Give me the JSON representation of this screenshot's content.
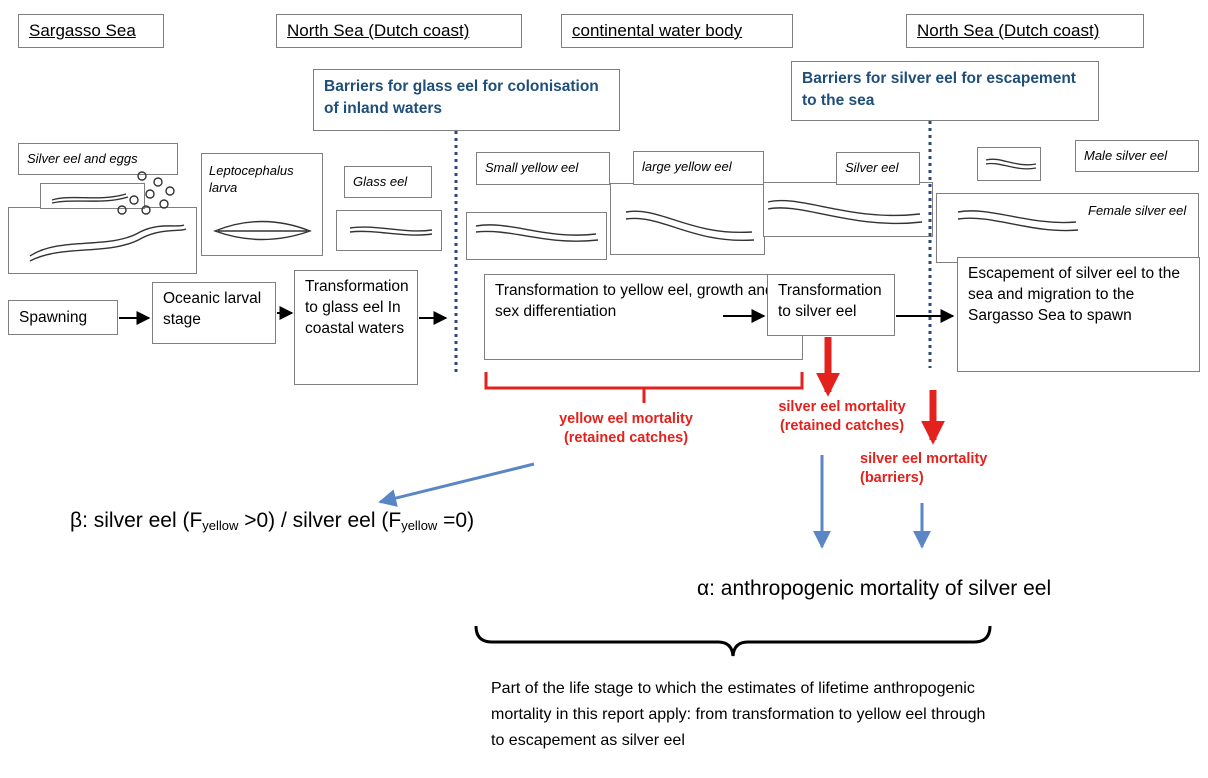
{
  "colors": {
    "barrier_text": "#1f4e79",
    "mortality": "#e3221e",
    "blue_arrow": "#5b86c5",
    "barrier_line": "#2e4a7a",
    "box_border": "#7f7f7f"
  },
  "locations": {
    "sargasso": "Sargasso Sea",
    "north_sea_1": "North Sea (Dutch coast)",
    "continental": "continental water body",
    "north_sea_2": "North Sea (Dutch coast)"
  },
  "barriers": {
    "glass": "Barriers for glass eel for colonisation of inland waters",
    "silver": "Barriers for silver eel for escapement to the sea"
  },
  "stages": {
    "silver_eggs": "Silver eel and eggs",
    "lepto": "Leptocephalus larva",
    "glass": "Glass eel",
    "small_yellow": "Small yellow eel",
    "large_yellow": "large yellow eel",
    "silver": "Silver eel",
    "male_silver": "Male silver eel",
    "female_silver": "Female silver eel"
  },
  "processes": {
    "spawning": "Spawning",
    "oceanic": "Oceanic larval stage",
    "glass_transform": "Transformation to glass eel In coastal waters",
    "yellow_transform": "Transformation to yellow eel, growth and sex differentiation",
    "silver_transform": "Transformation to silver eel",
    "escapement": "Escapement of silver eel to the sea and migration to the Sargasso Sea to spawn"
  },
  "mortality": {
    "yellow_line1": "yellow eel mortality",
    "yellow_line2": "(retained catches)",
    "silver_catch_line1": "silver eel mortality",
    "silver_catch_line2": "(retained catches)",
    "silver_barrier_line1": "silver eel mortality",
    "silver_barrier_line2": "(barriers)"
  },
  "beta": {
    "prefix": "β: silver eel (F",
    "sub1": "yellow",
    "mid": " >0) / silver eel (F",
    "sub2": "yellow",
    "suffix": " =0)"
  },
  "alpha": "α: anthropogenic mortality of silver eel",
  "note": "Part of the life stage to which the estimates of lifetime anthropogenic mortality in this report apply: from transformation to yellow eel through to escapement as silver eel"
}
